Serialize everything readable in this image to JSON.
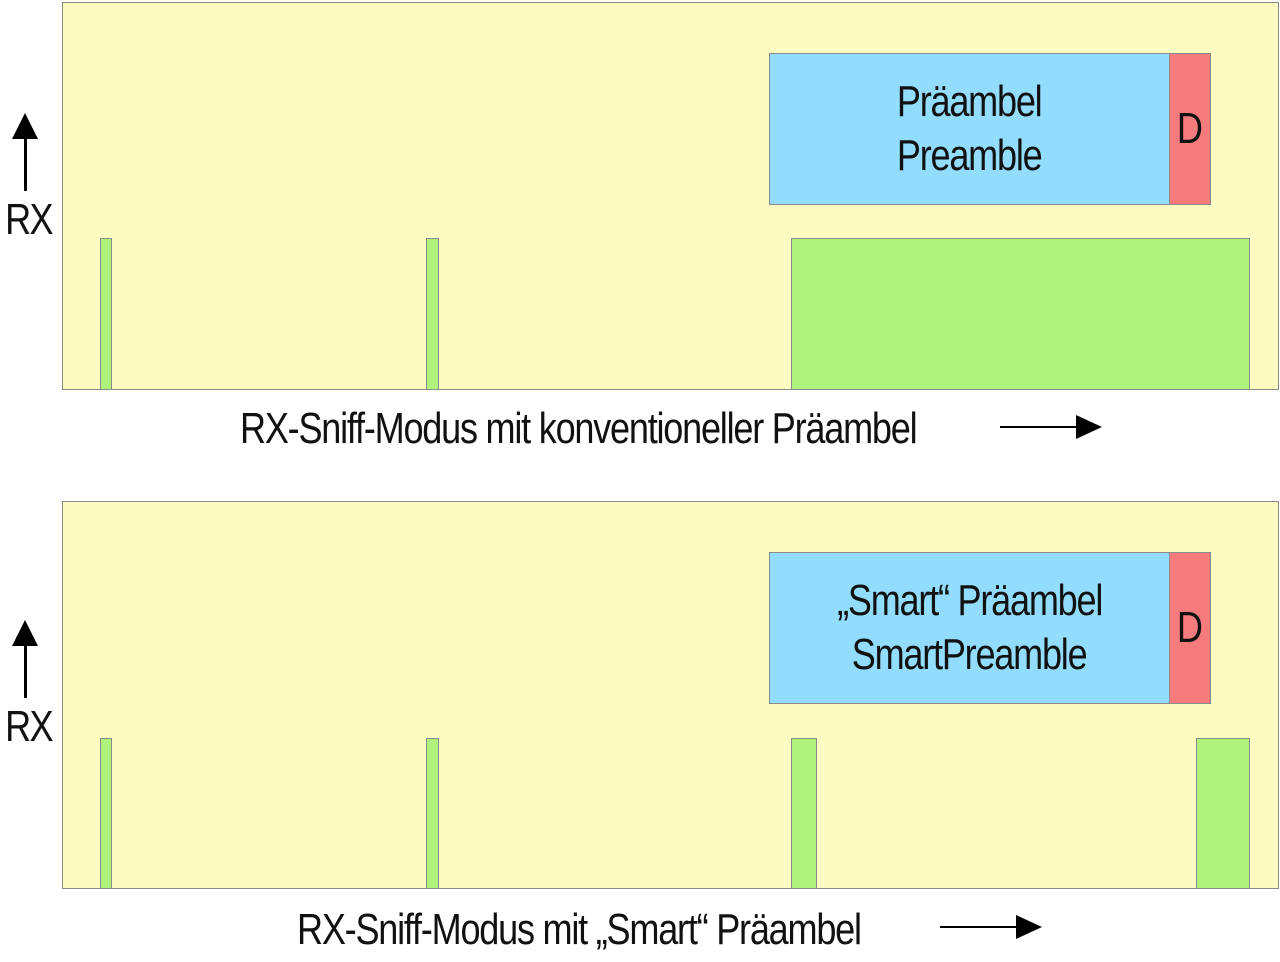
{
  "colors": {
    "panel_background": "#fcfcc2",
    "rx_window": "#b0f37c",
    "preamble": "#92ddfd",
    "data": "#f67b7c"
  },
  "top_diagram": {
    "axis_label": "RX",
    "preamble_line1": "Präambel",
    "preamble_line2": "Preamble",
    "data_label": "D",
    "caption": "RX-Sniff-Modus mit konventioneller Präambel"
  },
  "bottom_diagram": {
    "axis_label": "RX",
    "preamble_line1": "„Smart“ Präambel",
    "preamble_line2": "SmartPreamble",
    "data_label": "D",
    "caption": "RX-Sniff-Modus mit „Smart“ Präambel"
  }
}
